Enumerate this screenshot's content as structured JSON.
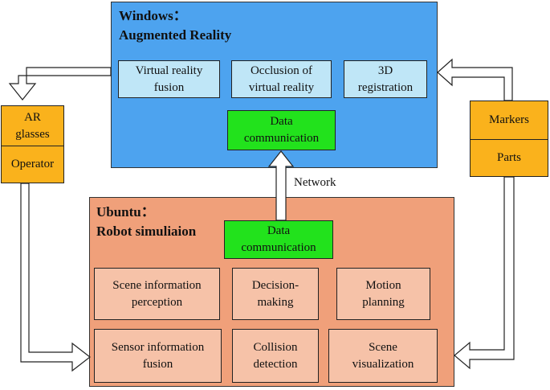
{
  "windows_panel": {
    "title": "Windows：\nAugmented Reality",
    "boxes": [
      "Virtual reality\nfusion",
      "Occlusion of\nvirtual reality",
      "3D\nregistration"
    ],
    "data_comm": "Data\ncommunication",
    "color": "#4da3ef"
  },
  "ubuntu_panel": {
    "title": "Ubuntu：\nRobot simuliaion",
    "data_comm": "Data\ncommunication",
    "boxes": [
      "Scene information\nperception",
      "Decision-\nmaking",
      "Motion\nplanning",
      "Sensor information\nfusion",
      "Collision\ndetection",
      "Scene\nvisualization"
    ],
    "color": "#f0a07a"
  },
  "left_stack": {
    "top": "AR\nglasses",
    "bottom": "Operator"
  },
  "right_stack": {
    "top": "Markers",
    "bottom": "Parts"
  },
  "network_label": "Network",
  "colors": {
    "light_blue_box": "#bfe6f7",
    "green_box": "#22e21c",
    "orange_box": "#fab21c",
    "light_salmon_box": "#f6c2a8"
  }
}
